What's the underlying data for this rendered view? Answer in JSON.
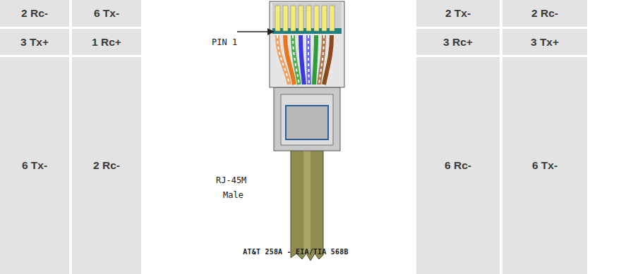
{
  "diagram": {
    "labels": [
      "2 Rc-",
      "6 Tx-",
      "2 Tx-",
      "2 Rc-",
      "3 Tx+",
      "1 Rc+",
      "3 Rc+",
      "3 Tx+",
      "6 Tx-",
      "2 Rc-",
      "6 Rc-",
      "6 Tx-",
      "PIN 1",
      "RJ-45M",
      "Male",
      "AT&T 258A - EIA/TIA 568B"
    ]
  }
}
